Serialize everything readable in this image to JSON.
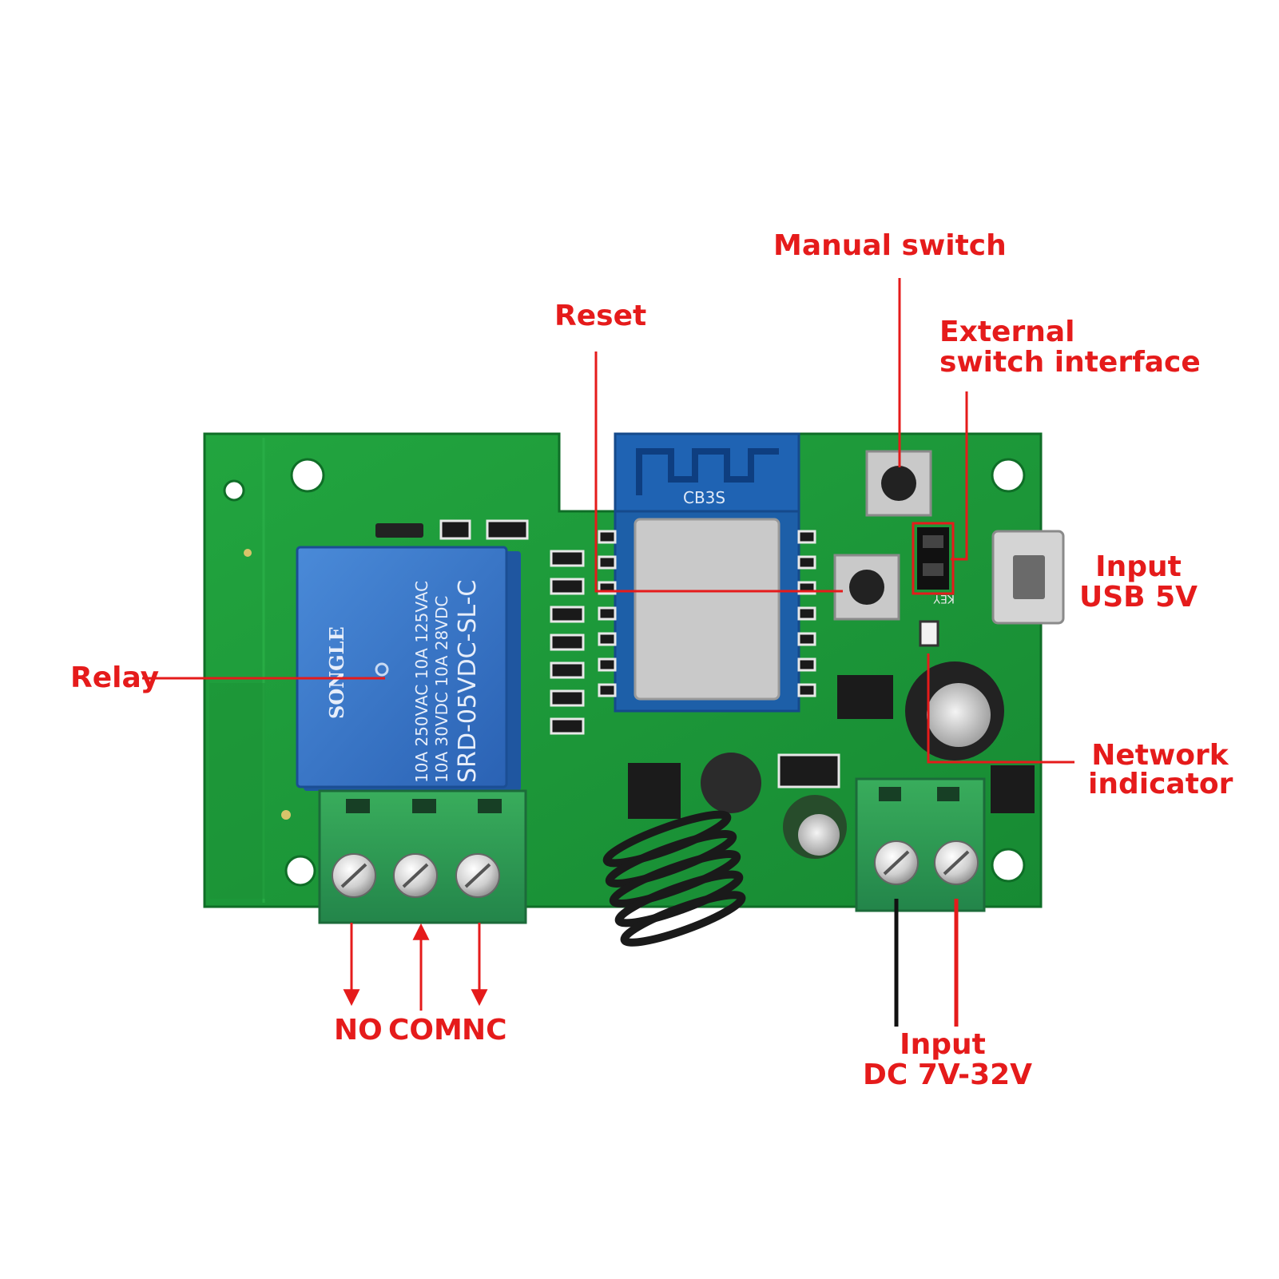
{
  "colors": {
    "annotation": "#e51b1b",
    "pcb": "#1f9a3a",
    "pcb_dark": "#137a2c",
    "relay": "#2f6fc4",
    "module": "#1d5fa8",
    "terminal": "#2e9d4e",
    "dc_negative_wire": "#111111"
  },
  "board": {
    "module_text": "CB3S",
    "key_text": "KEY",
    "relay_markings": [
      "SONGLE",
      "SRD-05VDC-SL-C",
      "10A 250VAC 10A 125VAC",
      "10A 30VDC 10A 28VDC"
    ]
  },
  "labels": {
    "manual_switch": "Manual switch",
    "reset": "Reset",
    "external_switch_line1": "External",
    "external_switch_line2": "switch interface",
    "input_usb_line1": "Input",
    "input_usb_line2": "USB 5V",
    "relay": "Relay",
    "network_indicator_line1": "Network",
    "network_indicator_line2": "indicator",
    "no": "NO",
    "com": "COM",
    "nc": "NC",
    "input_dc_line1": "Input",
    "input_dc_line2": "DC 7V-32V"
  }
}
